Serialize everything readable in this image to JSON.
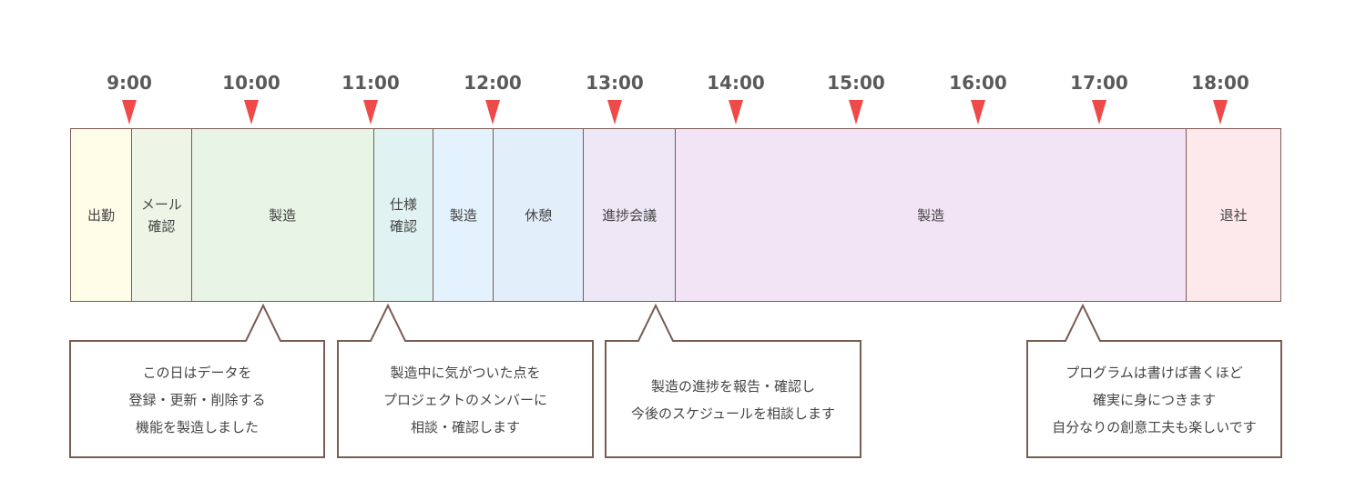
{
  "times": [
    "9:00",
    "10:00",
    "11:00",
    "12:00",
    "13:00",
    "14:00",
    "15:00",
    "16:00",
    "17:00",
    "18:00"
  ],
  "colors": {
    "marker": "#ee4a4a",
    "border": "#7a5c52",
    "time_text": "#5a5a5a"
  },
  "segments": [
    {
      "label": "出勤",
      "color": "#fefde8"
    },
    {
      "label": "メール\n確認",
      "color": "#eef5e6"
    },
    {
      "label": "製造",
      "color": "#e8f4e6"
    },
    {
      "label": "仕様\n確認",
      "color": "#e0f2f1"
    },
    {
      "label": "製造",
      "color": "#e3f2fc"
    },
    {
      "label": "休憩",
      "color": "#e2effb"
    },
    {
      "label": "進捗会議",
      "color": "#ede7f6"
    },
    {
      "label": "製造",
      "color": "#f2e4f5"
    },
    {
      "label": "退社",
      "color": "#fde8ec"
    }
  ],
  "callouts": [
    {
      "text": "この日はデータを\n登録・更新・削除する\n機能を製造しました"
    },
    {
      "text": "製造中に気がついた点を\nプロジェクトのメンバーに\n相談・確認します"
    },
    {
      "text": "製造の進捗を報告・確認し\n今後のスケジュールを相談します"
    },
    {
      "text": "プログラムは書けば書くほど\n確実に身につきます\n自分なりの創意工夫も楽しいです"
    }
  ]
}
